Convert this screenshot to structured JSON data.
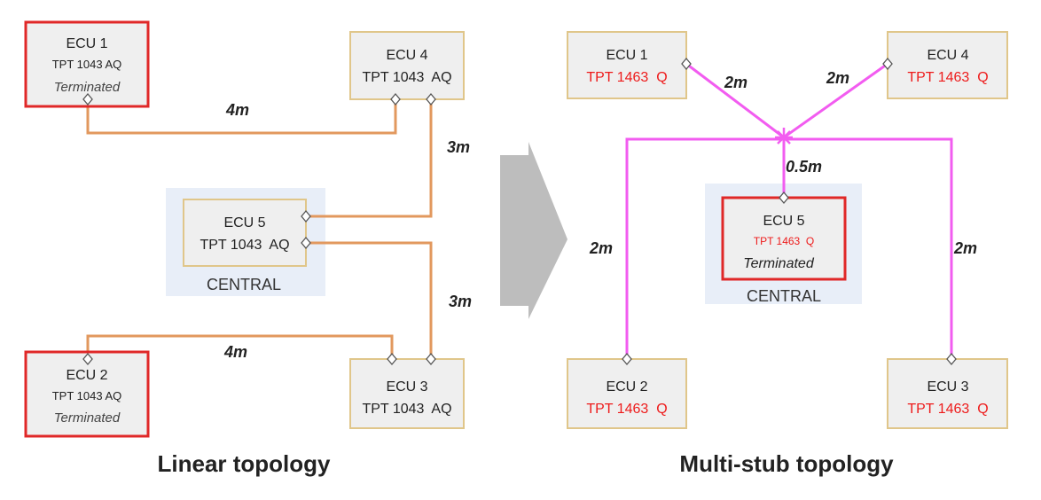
{
  "linear": {
    "caption": "Linear topology",
    "central_label": "CENTRAL",
    "ecu1": {
      "name": "ECU 1",
      "part": "TPT 1043 AQ",
      "note": "Terminated"
    },
    "ecu2": {
      "name": "ECU 2",
      "part": "TPT 1043 AQ",
      "note": "Terminated"
    },
    "ecu3": {
      "name": "ECU 3",
      "part": "TPT 1043  AQ"
    },
    "ecu4": {
      "name": "ECU 4",
      "part": "TPT 1043  AQ"
    },
    "ecu5": {
      "name": "ECU 5",
      "part": "TPT 1043  AQ"
    },
    "lengths": {
      "top": "4m",
      "right_upper": "3m",
      "right_lower": "3m",
      "bottom": "4m"
    }
  },
  "multistub": {
    "caption": "Multi-stub topology",
    "central_label": "CENTRAL",
    "ecu1": {
      "name": "ECU 1",
      "part": "TPT 1463  Q"
    },
    "ecu2": {
      "name": "ECU 2",
      "part": "TPT 1463  Q"
    },
    "ecu3": {
      "name": "ECU 3",
      "part": "TPT 1463  Q"
    },
    "ecu4": {
      "name": "ECU 4",
      "part": "TPT 1463  Q"
    },
    "ecu5": {
      "name": "ECU 5",
      "part": "TPT 1463  Q",
      "note": "Terminated"
    },
    "lengths": {
      "ecu1": "2m",
      "ecu4": "2m",
      "central": "0.5m",
      "ecu2": "2m",
      "ecu3": "2m"
    }
  },
  "colors": {
    "linear_wire": "#e2985e",
    "stub_wire": "#f25cf0",
    "box_fill": "#efefef",
    "box_border": "#e0c68a",
    "terminated_border": "#e02828",
    "central_bg": "#e8eef8",
    "part_red": "#ee1b1b",
    "arrow": "#bdbdbd"
  }
}
